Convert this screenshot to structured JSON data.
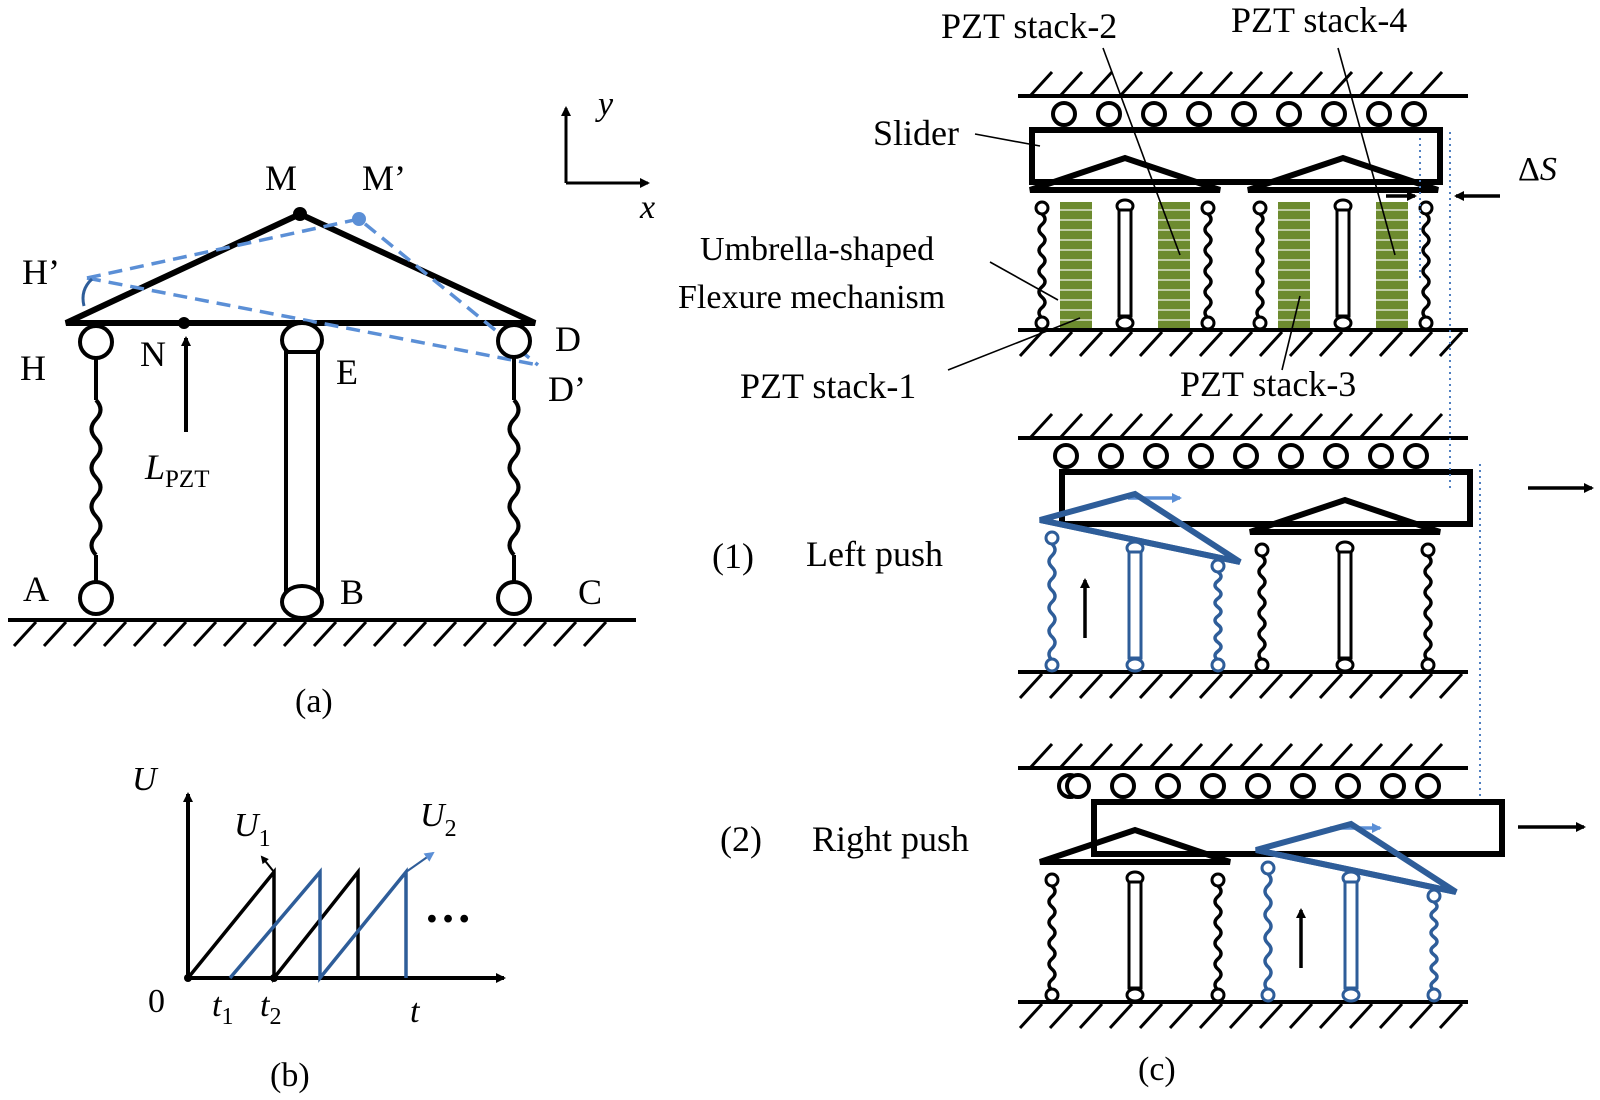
{
  "labels": {
    "axis_y": "y",
    "axis_x": "x",
    "M": "M",
    "M_prime": "M’",
    "H_prime": "H’",
    "H": "H",
    "N": "N",
    "E": "E",
    "D": "D",
    "D_prime": "D’",
    "A": "A",
    "B": "B",
    "C": "C",
    "L": "L",
    "L_sub": "PZT",
    "cap_a": "(a)",
    "U": "U",
    "U1": "U",
    "U1_sub": "1",
    "U2": "U",
    "U2_sub": "2",
    "zero": "0",
    "t1": "t",
    "t1_sub": "1",
    "t2": "t",
    "t2_sub": "2",
    "t": "t",
    "ellipsis": "…",
    "cap_b": "(b)",
    "pzt2": "PZT stack-2",
    "pzt4": "PZT stack-4",
    "slider": "Slider",
    "delta": "Δ",
    "S": "S",
    "umbrella1": "Umbrella-shaped",
    "umbrella2": "Flexure mechanism",
    "pzt1": "PZT stack-1",
    "pzt3": "PZT stack-3",
    "step1": "(1)",
    "left_push": "Left push",
    "step2": "(2)",
    "right_push": "Right push",
    "cap_c": "(c)"
  },
  "colors": {
    "line": "#000000",
    "blue": "#2e5d99",
    "blue_light": "#5b8fd6",
    "pzt_green": "#6d8b2f"
  }
}
